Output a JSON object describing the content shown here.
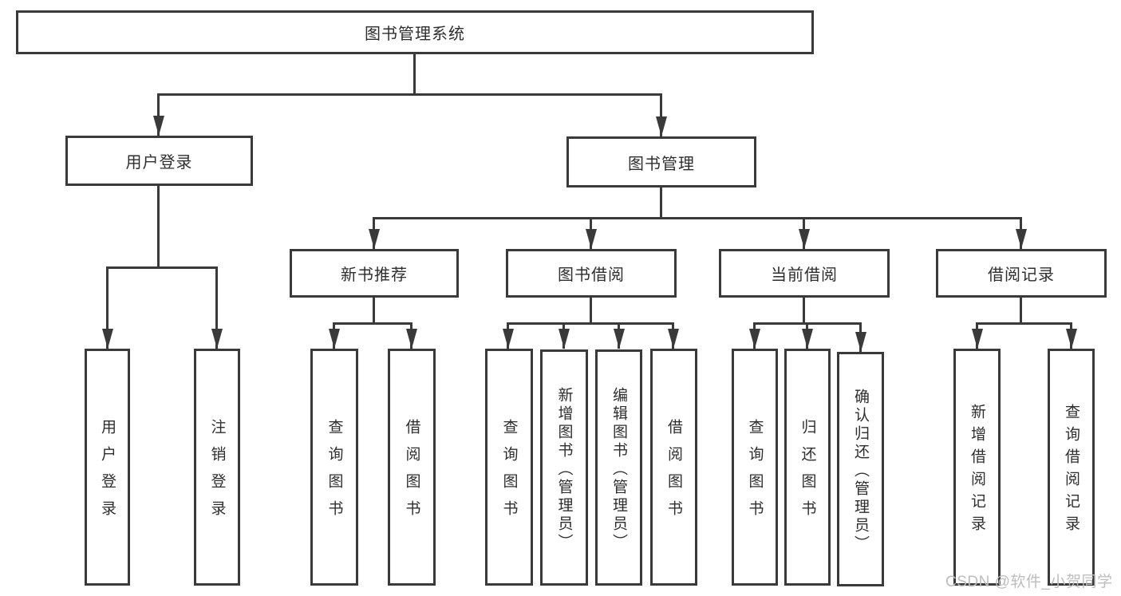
{
  "diagram": {
    "root": {
      "label": "图书管理系统"
    },
    "branches": {
      "user_login": {
        "label": "用户登录",
        "children": [
          {
            "label": "用户登录"
          },
          {
            "label": "注销登录"
          }
        ]
      },
      "book_mgmt": {
        "label": "图书管理",
        "sections": [
          {
            "label": "新书推荐",
            "children": [
              {
                "label": "查询图书"
              },
              {
                "label": "借阅图书"
              }
            ]
          },
          {
            "label": "图书借阅",
            "children": [
              {
                "label": "查询图书"
              },
              {
                "label": "新增图书（管理员）"
              },
              {
                "label": "编辑图书（管理员）"
              },
              {
                "label": "借阅图书"
              }
            ]
          },
          {
            "label": "当前借阅",
            "children": [
              {
                "label": "查询图书"
              },
              {
                "label": "归还图书"
              },
              {
                "label": "确认归还（管理员）"
              }
            ]
          },
          {
            "label": "借阅记录",
            "children": [
              {
                "label": "新增借阅记录"
              },
              {
                "label": "查询借阅记录"
              }
            ]
          }
        ]
      }
    },
    "watermark": "CSDN @软件_小贺同学",
    "colors": {
      "line": "#3a3a3a",
      "text": "#2e2e2e",
      "watermark": "#bdbdbd",
      "background": "#ffffff"
    }
  }
}
